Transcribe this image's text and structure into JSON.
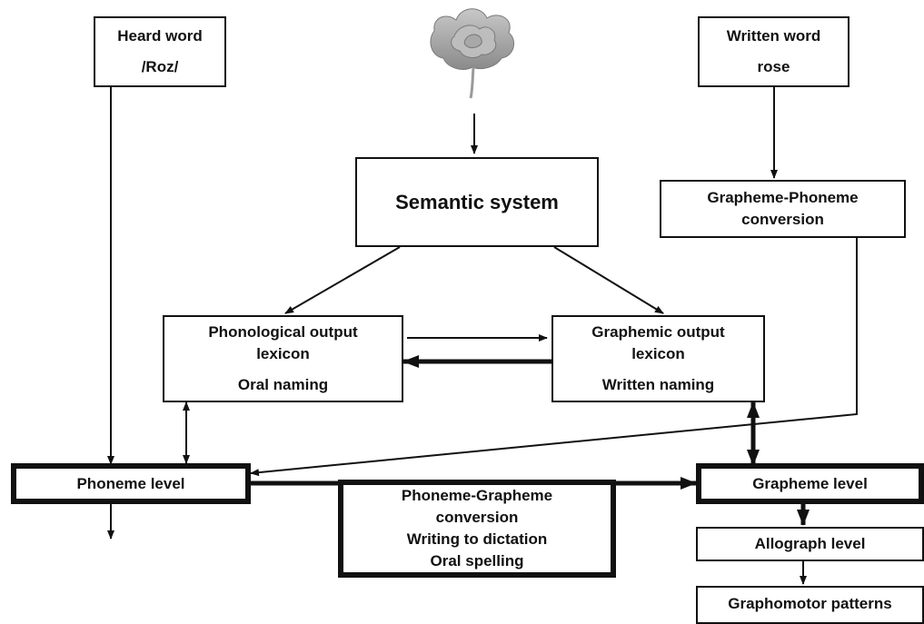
{
  "diagram": {
    "heard_word": {
      "line1": "Heard word",
      "line2": "/Roz/"
    },
    "written_word": {
      "line1": "Written word",
      "line2": "rose"
    },
    "semantic_system": "Semantic system",
    "grapheme_phoneme": {
      "line1": "Grapheme-Phoneme",
      "line2": "conversion"
    },
    "phonological_output": {
      "line1": "Phonological output",
      "line2": "lexicon",
      "line3": "Oral naming"
    },
    "graphemic_output": {
      "line1": "Graphemic output",
      "line2": "lexicon",
      "line3": "Written naming"
    },
    "phoneme_level": "Phoneme level",
    "grapheme_level": "Grapheme level",
    "phoneme_grapheme": {
      "line1": "Phoneme-Grapheme",
      "line2": "conversion",
      "line3": "Writing to dictation",
      "line4": "Oral spelling"
    },
    "allograph_level": "Allograph level",
    "graphomotor_patterns": "Graphomotor patterns",
    "picture_icon": "rose-icon",
    "colors": {
      "stroke": "#111111",
      "background": "#ffffff",
      "rose": "#9a9a9a"
    }
  }
}
